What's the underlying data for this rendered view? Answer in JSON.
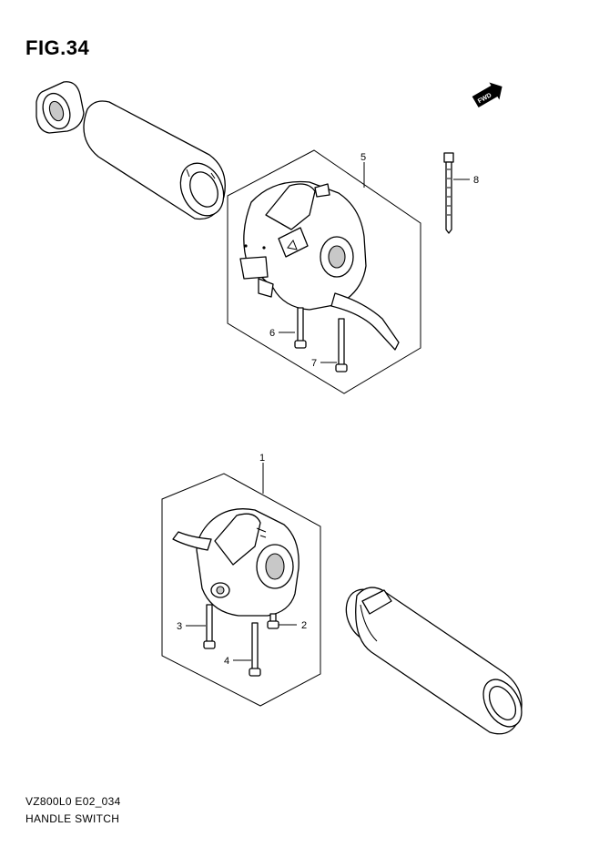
{
  "figure": {
    "title": "FIG.34",
    "fwd_badge": "FWD"
  },
  "callouts": [
    {
      "id": "1",
      "label": "1"
    },
    {
      "id": "2",
      "label": "2"
    },
    {
      "id": "3",
      "label": "3"
    },
    {
      "id": "4",
      "label": "4"
    },
    {
      "id": "5",
      "label": "5"
    },
    {
      "id": "6",
      "label": "6"
    },
    {
      "id": "7",
      "label": "7"
    },
    {
      "id": "8",
      "label": "8"
    }
  ],
  "footer": {
    "model_code": "VZ800L0 E02_034",
    "section_name": "HANDLE SWITCH"
  }
}
